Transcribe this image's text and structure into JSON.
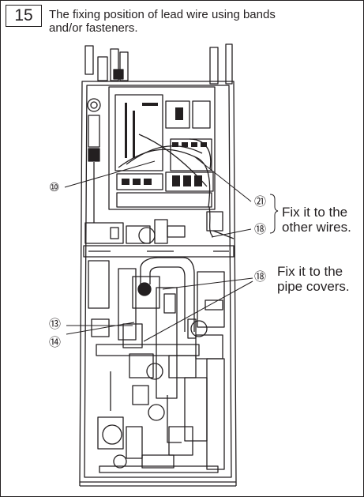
{
  "step": {
    "number": "15"
  },
  "instruction": {
    "line1": "The fixing position of lead wire using bands",
    "line2": "and/or fasteners."
  },
  "callouts": {
    "c10": "⑩",
    "c21": "㉑",
    "c18_wires": "⑱",
    "c18_pipes": "⑱",
    "c13": "⑬",
    "c14": "⑭"
  },
  "notes": {
    "wires_line1": "Fix it to the",
    "wires_line2": "other wires.",
    "pipes_line1": "Fix it to the",
    "pipes_line2": "pipe covers."
  },
  "colors": {
    "ink": "#231f20",
    "background": "#ffffff"
  }
}
